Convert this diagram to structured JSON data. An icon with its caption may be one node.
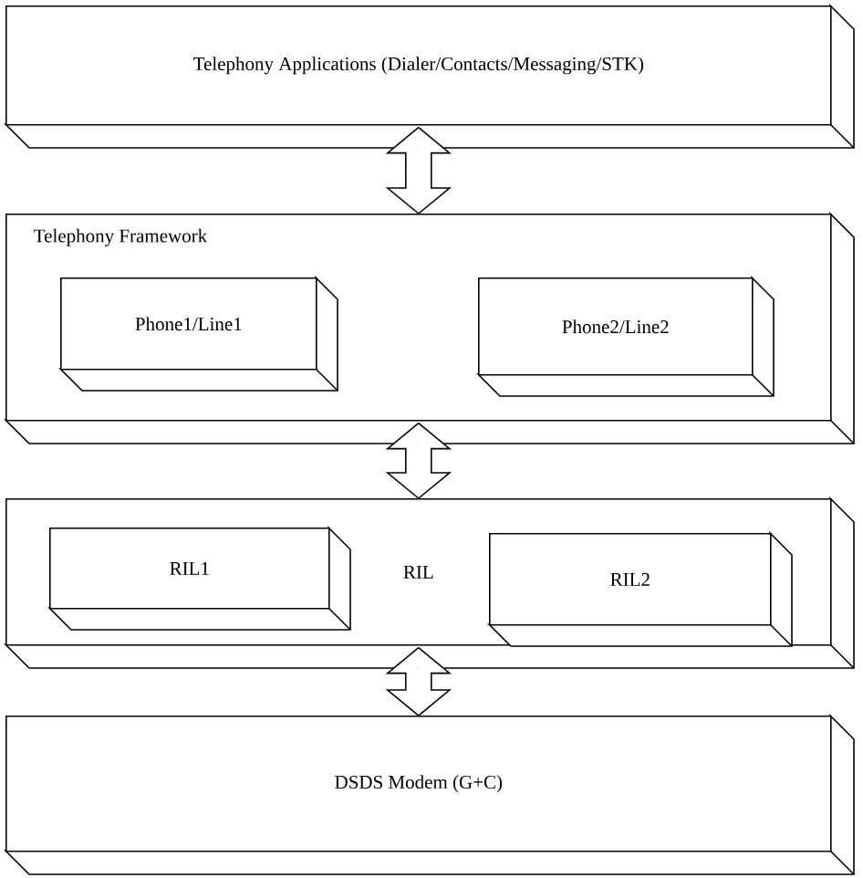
{
  "diagram": {
    "nodes": [
      {
        "text": [
          "Telephony Applications (Dialer/Contacts/Messaging/STK)"
        ]
      },
      {
        "text": [
          "Telephony Framework"
        ]
      },
      {
        "text": [
          "Phone1/Line1"
        ],
        "in": 1
      },
      {
        "text": [
          "Phone2/Line2"
        ],
        "in": 1
      },
      {
        "text": [
          "RIL"
        ]
      },
      {
        "text": [
          "RIL1"
        ],
        "in": 4
      },
      {
        "text": [
          "RIL2"
        ],
        "in": 4
      },
      {
        "text": [
          "DSDS Modem (G+C)"
        ]
      }
    ],
    "edges": [
      {
        "from": 0,
        "to": 1,
        "arrow": "both"
      },
      {
        "from": 1,
        "to": 4,
        "arrow": "both"
      },
      {
        "from": 4,
        "to": 7,
        "arrow": "both"
      }
    ]
  }
}
